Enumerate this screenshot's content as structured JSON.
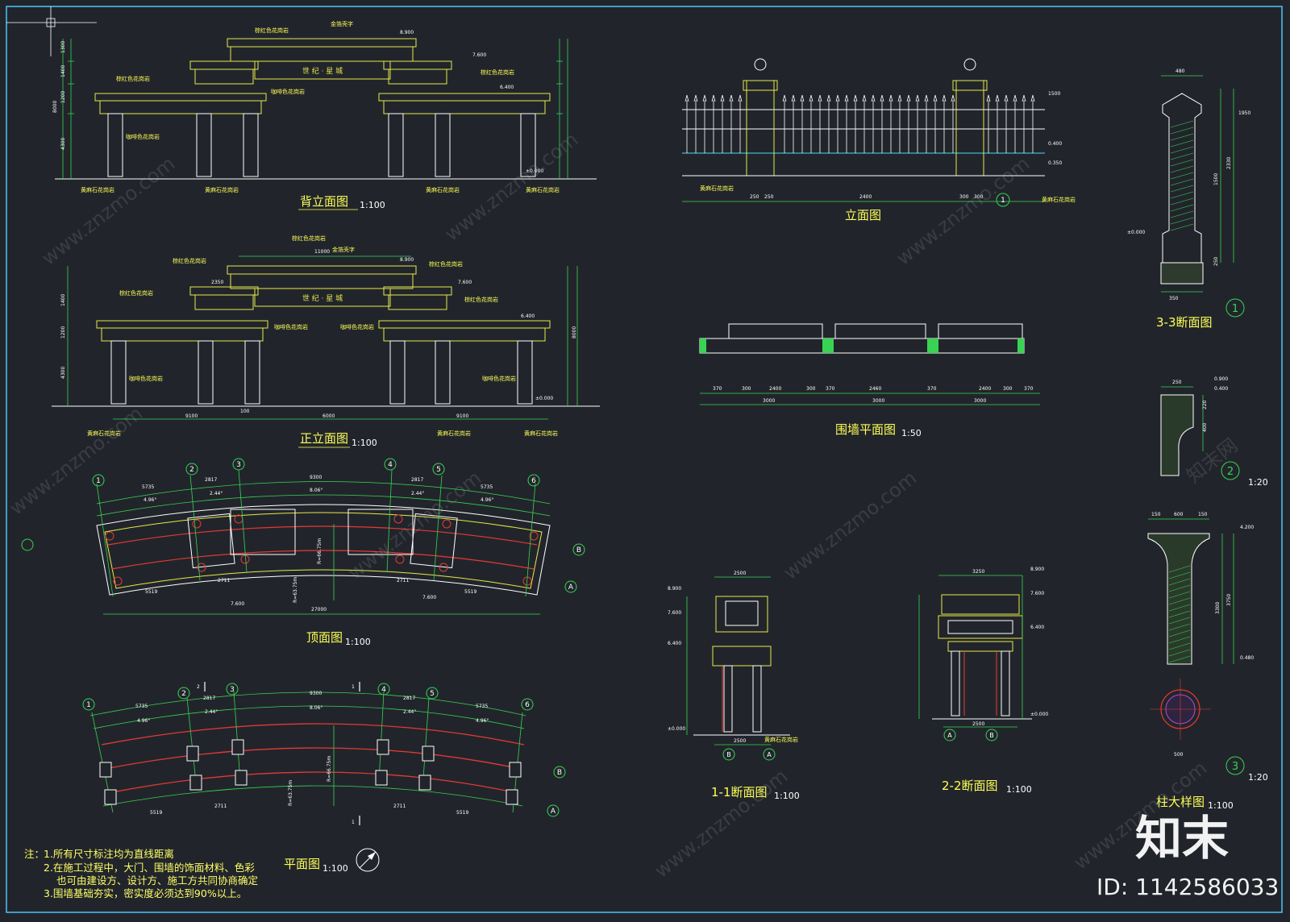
{
  "colors": {
    "background": "#21252b",
    "frame": "#4fc3f7",
    "line_green": "#39d353",
    "line_yellow": "#e8e84a",
    "line_white": "#ffffff",
    "line_red": "#e53935",
    "line_cyan": "#40e0f0",
    "text_yellow": "#ffff55"
  },
  "titles": {
    "back_elevation": "背立面图",
    "back_elevation_scale": "1:100",
    "front_elevation": "正立面图",
    "front_elevation_scale": "1:100",
    "top_view": "顶面图",
    "top_view_scale": "1:100",
    "plan": "平面图",
    "plan_scale": "1:100",
    "fence_elevation": "立面图",
    "wall_plan": "围墙平面图",
    "wall_plan_scale": "1:50",
    "section_33": "3-3断面图",
    "section_11": "1-1断面图",
    "section_11_scale": "1:100",
    "section_22": "2-2断面图",
    "section_22_scale": "1:100",
    "column_detail": "柱大样图",
    "column_detail_scale": "1:100",
    "detail_2_scale": "1:20",
    "detail_3_scale": "1:20"
  },
  "gate": {
    "sign_text": "世 纪 · 星 城",
    "label_gold_text": "金箔壳字",
    "label_brown_stone": "棕红色花岗岩",
    "label_coffee_stone": "咖啡色花岗岩",
    "label_beige_stone": "黄麻石花岗岩"
  },
  "dimensions": {
    "back_left": [
      "1300",
      "1400",
      "1200",
      "4300"
    ],
    "back_total": "8000",
    "elev_levels": [
      "8.900",
      "7.600",
      "6.400",
      "±0.000"
    ],
    "front_bottom": [
      "9100",
      "6000",
      "9100"
    ],
    "front_width_top": "11000",
    "front_widths": [
      "2350",
      "100"
    ],
    "plan_chords": [
      "5735",
      "2817",
      "9300",
      "2817",
      "5735"
    ],
    "plan_angles": [
      "4.96°",
      "2.44°",
      "8.06°",
      "2.44°",
      "4.96°"
    ],
    "plan_total": "27000",
    "plan_radii": [
      "R=63.75m",
      "R=66.75m"
    ],
    "plan_inner": [
      "5519",
      "2711",
      "2711",
      "5519"
    ],
    "fence_dims": [
      "250",
      "250",
      "2400",
      "300",
      "300"
    ],
    "fence_levels": [
      "1500",
      "0.400",
      "0.350"
    ],
    "wall_plan_dims": [
      "370",
      "300",
      "2400",
      "300",
      "370",
      "2460",
      "370",
      "2400",
      "300",
      "370"
    ],
    "wall_plan_totals": [
      "3000",
      "3000",
      "3000"
    ],
    "section_widths": [
      "2500",
      "3250",
      "2500"
    ],
    "section_33_dims": [
      "480",
      "1950",
      "2330",
      "1500",
      "250",
      "350"
    ],
    "column_dims": [
      "150",
      "600",
      "150",
      "4.200",
      "0.480",
      "3300",
      "3750",
      "500"
    ],
    "detail2_dims": [
      "250",
      "0.900",
      "0.400",
      "400",
      "220"
    ]
  },
  "grid_axes": {
    "numbers": [
      "1",
      "2",
      "3",
      "4",
      "5",
      "6"
    ],
    "letters": [
      "A",
      "B"
    ]
  },
  "notes": {
    "prefix": "注：",
    "lines": [
      "1.所有尺寸标注均为直线距离",
      "2.在施工过程中，大门、围墙的饰面材料、色彩",
      "也可由建设方、设计方、施工方共同协商确定",
      "3.围墙基础夯实，密实度必须达到90%以上。"
    ]
  },
  "watermark": {
    "text": "www.znzmo.com",
    "brand_cn": "知末",
    "site_cn": "知末网",
    "id_text": "ID: 1142586033"
  }
}
